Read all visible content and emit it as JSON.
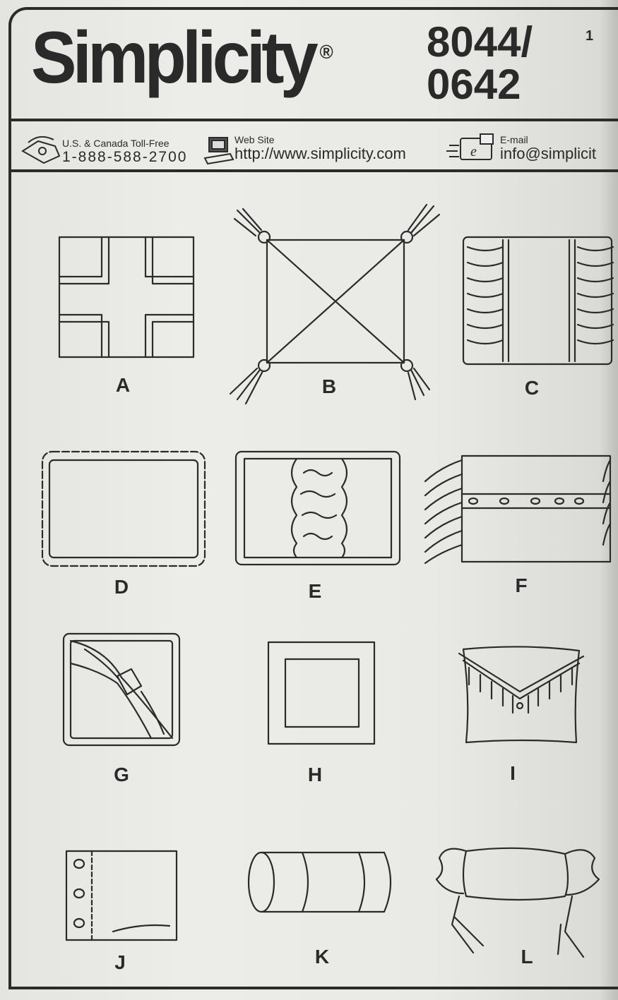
{
  "header": {
    "brand": "Simplicity",
    "registered_mark": "®",
    "pattern_number_line1": "8044/",
    "pattern_number_line2": "0642",
    "page_number": "1"
  },
  "contacts": {
    "phone": {
      "label": "U.S. & Canada Toll-Free",
      "value": "1-888-588-2700",
      "icon": "telephone-icon"
    },
    "web": {
      "label": "Web Site",
      "value": "http://www.simplicity.com",
      "icon": "computer-icon"
    },
    "email": {
      "label": "E-mail",
      "value": "info@simplicit",
      "icon": "envelope-icon"
    }
  },
  "views": [
    "A",
    "B",
    "C",
    "D",
    "E",
    "F",
    "G",
    "H",
    "I",
    "J",
    "K",
    "L"
  ],
  "colors": {
    "ink": "#2b2b2b",
    "paper": "#e8e8e4"
  }
}
